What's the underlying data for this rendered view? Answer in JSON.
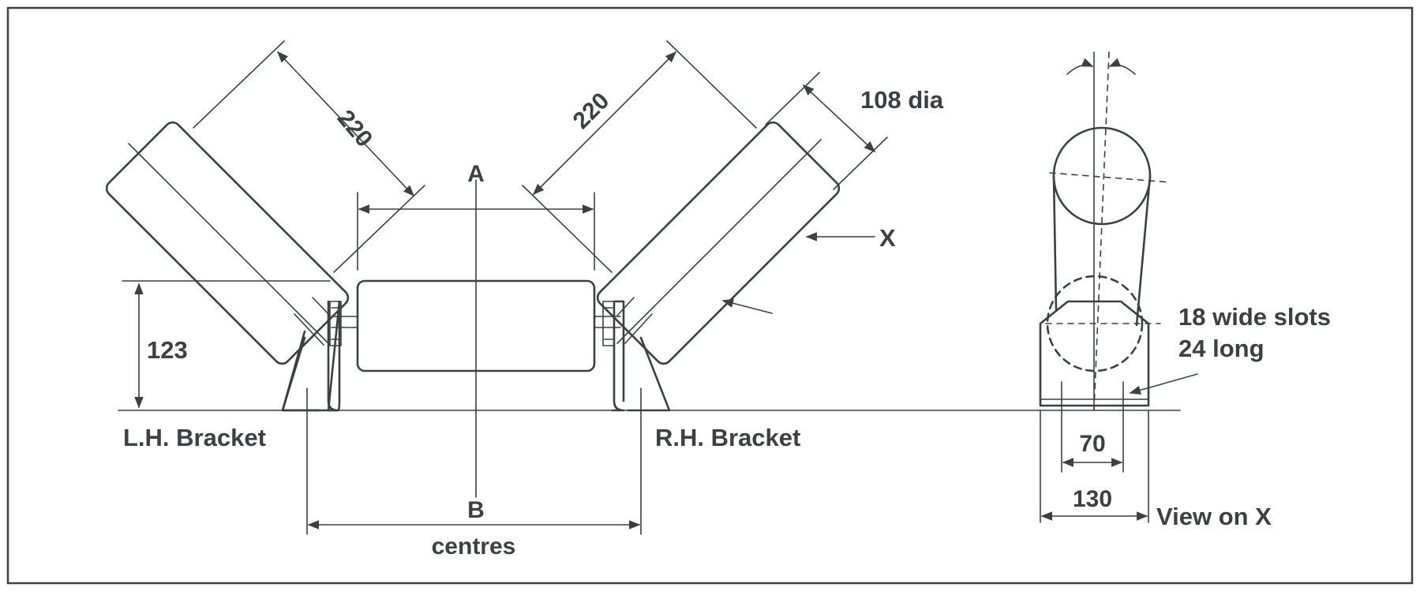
{
  "labels": {
    "dim_220_left": "220",
    "dim_220_right": "220",
    "dim_108_dia": "108 dia",
    "mark_a": "A",
    "mark_b": "B",
    "mark_x": "X",
    "dim_123": "123",
    "lh_bracket": "L.H. Bracket",
    "rh_bracket": "R.H. Bracket",
    "centres": "centres",
    "slots_line1": "18 wide slots",
    "slots_line2": "24 long",
    "dim_70": "70",
    "dim_130": "130",
    "view_on_x": "View on X"
  },
  "colors": {
    "ink": "#3c3f44",
    "background": "#ffffff"
  }
}
